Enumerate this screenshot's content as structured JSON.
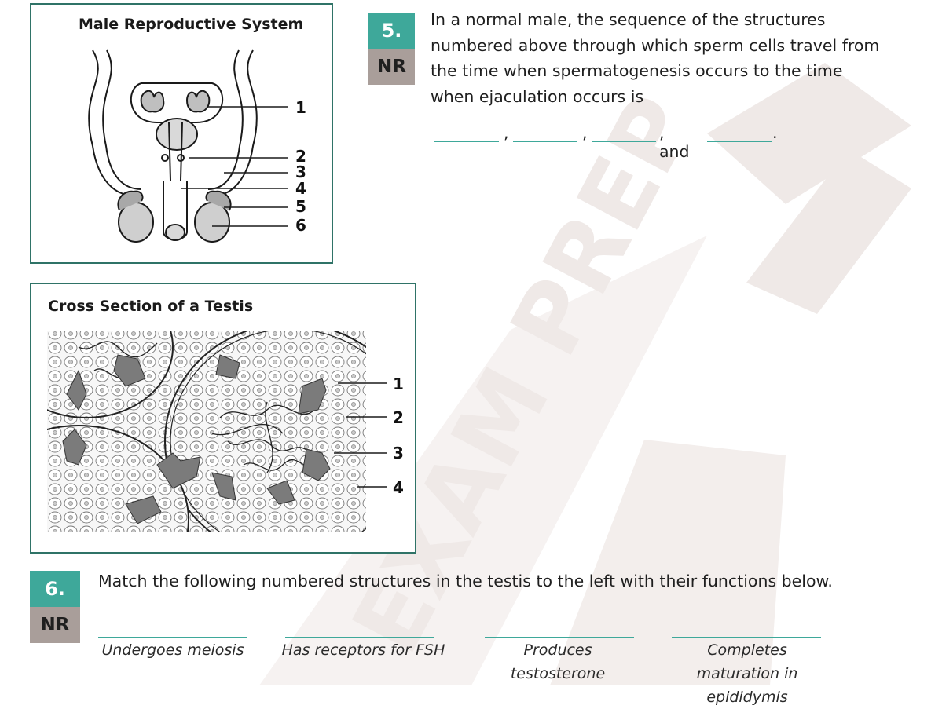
{
  "diagram1": {
    "title": "Male Reproductive System",
    "labels": [
      "1",
      "2",
      "3",
      "4",
      "5",
      "6"
    ]
  },
  "diagram2": {
    "title": "Cross Section of a Testis",
    "labels": [
      "1",
      "2",
      "3",
      "4"
    ]
  },
  "question5": {
    "number": "5.",
    "type": "NR",
    "text": "In a normal male, the sequence of the structures numbered above through which sperm cells travel from the time when spermatogenesis occurs to the time when ejaculation occurs is",
    "comma": ",",
    "and_text": ", and",
    "period": "."
  },
  "question6": {
    "number": "6.",
    "type": "NR",
    "text": "Match the following numbered structures in the testis to the left with their functions below.",
    "functions": [
      "Undergoes meiosis",
      "Has receptors for FSH",
      "Produces testosterone",
      "Completes maturation in epididymis"
    ]
  },
  "watermark": {
    "text": "EXAM PREP",
    "color": "#ece6e4"
  },
  "colors": {
    "accent": "#3ea89a",
    "border": "#2f7367",
    "nr_badge": "#a99e9a"
  }
}
